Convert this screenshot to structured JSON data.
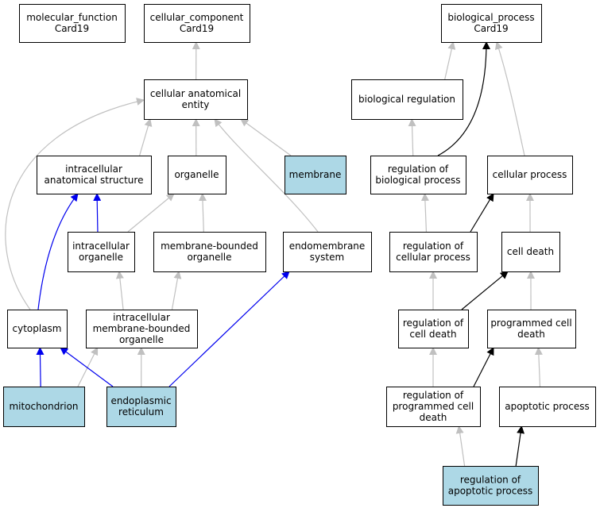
{
  "colors": {
    "highlight_fill": "#add8e6",
    "default_fill": "#ffffff",
    "edge_gray": "#c0c0c0",
    "edge_black": "#000000",
    "edge_blue": "#0000ee"
  },
  "nodes": [
    {
      "id": "molecular-function",
      "lines": [
        "molecular_function",
        "Card19"
      ],
      "highlight": false
    },
    {
      "id": "cellular-component",
      "lines": [
        "cellular_component",
        "Card19"
      ],
      "highlight": false
    },
    {
      "id": "biological-process",
      "lines": [
        "biological_process",
        "Card19"
      ],
      "highlight": false
    },
    {
      "id": "cellular-anatomical-entity",
      "lines": [
        "cellular anatomical",
        "entity"
      ],
      "highlight": false
    },
    {
      "id": "biological-regulation",
      "lines": [
        "biological regulation"
      ],
      "highlight": false
    },
    {
      "id": "intracellular-anatomical-structure",
      "lines": [
        "intracellular",
        "anatomical structure"
      ],
      "highlight": false
    },
    {
      "id": "organelle",
      "lines": [
        "organelle"
      ],
      "highlight": false
    },
    {
      "id": "membrane",
      "lines": [
        "membrane"
      ],
      "highlight": true
    },
    {
      "id": "regulation-of-biological-process",
      "lines": [
        "regulation of",
        "biological process"
      ],
      "highlight": false
    },
    {
      "id": "cellular-process",
      "lines": [
        "cellular process"
      ],
      "highlight": false
    },
    {
      "id": "intracellular-organelle",
      "lines": [
        "intracellular",
        "organelle"
      ],
      "highlight": false
    },
    {
      "id": "membrane-bounded-organelle",
      "lines": [
        "membrane-bounded",
        "organelle"
      ],
      "highlight": false
    },
    {
      "id": "endomembrane-system",
      "lines": [
        "endomembrane",
        "system"
      ],
      "highlight": false
    },
    {
      "id": "regulation-of-cellular-process",
      "lines": [
        "regulation of",
        "cellular process"
      ],
      "highlight": false
    },
    {
      "id": "cell-death",
      "lines": [
        "cell death"
      ],
      "highlight": false
    },
    {
      "id": "cytoplasm",
      "lines": [
        "cytoplasm"
      ],
      "highlight": false
    },
    {
      "id": "intracellular-membrane-bounded-organelle",
      "lines": [
        "intracellular",
        "membrane-bounded",
        "organelle"
      ],
      "highlight": false
    },
    {
      "id": "regulation-of-cell-death",
      "lines": [
        "regulation of",
        "cell death"
      ],
      "highlight": false
    },
    {
      "id": "programmed-cell-death",
      "lines": [
        "programmed cell",
        "death"
      ],
      "highlight": false
    },
    {
      "id": "mitochondrion",
      "lines": [
        "mitochondrion"
      ],
      "highlight": true
    },
    {
      "id": "endoplasmic-reticulum",
      "lines": [
        "endoplasmic",
        "reticulum"
      ],
      "highlight": true
    },
    {
      "id": "regulation-of-programmed-cell-death",
      "lines": [
        "regulation of",
        "programmed cell",
        "death"
      ],
      "highlight": false
    },
    {
      "id": "apoptotic-process",
      "lines": [
        "apoptotic process"
      ],
      "highlight": false
    },
    {
      "id": "regulation-of-apoptotic-process",
      "lines": [
        "regulation of",
        "apoptotic process"
      ],
      "highlight": true
    }
  ],
  "edges": [
    {
      "from": "cellular-anatomical-entity",
      "to": "cellular-component",
      "color": "gray"
    },
    {
      "from": "intracellular-anatomical-structure",
      "to": "cellular-anatomical-entity",
      "color": "gray"
    },
    {
      "from": "organelle",
      "to": "cellular-anatomical-entity",
      "color": "gray"
    },
    {
      "from": "membrane",
      "to": "cellular-anatomical-entity",
      "color": "gray"
    },
    {
      "from": "endomembrane-system",
      "to": "cellular-anatomical-entity",
      "color": "gray"
    },
    {
      "from": "cytoplasm",
      "to": "cellular-anatomical-entity",
      "color": "gray"
    },
    {
      "from": "intracellular-organelle",
      "to": "intracellular-anatomical-structure",
      "color": "blue"
    },
    {
      "from": "intracellular-organelle",
      "to": "organelle",
      "color": "gray"
    },
    {
      "from": "membrane-bounded-organelle",
      "to": "organelle",
      "color": "gray"
    },
    {
      "from": "intracellular-membrane-bounded-organelle",
      "to": "intracellular-organelle",
      "color": "gray"
    },
    {
      "from": "intracellular-membrane-bounded-organelle",
      "to": "membrane-bounded-organelle",
      "color": "gray"
    },
    {
      "from": "cytoplasm",
      "to": "intracellular-anatomical-structure",
      "color": "blue"
    },
    {
      "from": "mitochondrion",
      "to": "cytoplasm",
      "color": "blue"
    },
    {
      "from": "mitochondrion",
      "to": "intracellular-membrane-bounded-organelle",
      "color": "gray"
    },
    {
      "from": "endoplasmic-reticulum",
      "to": "cytoplasm",
      "color": "blue"
    },
    {
      "from": "endoplasmic-reticulum",
      "to": "intracellular-membrane-bounded-organelle",
      "color": "gray"
    },
    {
      "from": "endoplasmic-reticulum",
      "to": "endomembrane-system",
      "color": "blue"
    },
    {
      "from": "biological-regulation",
      "to": "biological-process",
      "color": "gray"
    },
    {
      "from": "regulation-of-biological-process",
      "to": "biological-regulation",
      "color": "gray"
    },
    {
      "from": "regulation-of-biological-process",
      "to": "biological-process",
      "color": "black"
    },
    {
      "from": "cellular-process",
      "to": "biological-process",
      "color": "gray"
    },
    {
      "from": "regulation-of-cellular-process",
      "to": "regulation-of-biological-process",
      "color": "gray"
    },
    {
      "from": "regulation-of-cellular-process",
      "to": "cellular-process",
      "color": "black"
    },
    {
      "from": "cell-death",
      "to": "cellular-process",
      "color": "gray"
    },
    {
      "from": "regulation-of-cell-death",
      "to": "regulation-of-cellular-process",
      "color": "gray"
    },
    {
      "from": "regulation-of-cell-death",
      "to": "cell-death",
      "color": "black"
    },
    {
      "from": "programmed-cell-death",
      "to": "cell-death",
      "color": "gray"
    },
    {
      "from": "regulation-of-programmed-cell-death",
      "to": "regulation-of-cell-death",
      "color": "gray"
    },
    {
      "from": "regulation-of-programmed-cell-death",
      "to": "programmed-cell-death",
      "color": "black"
    },
    {
      "from": "apoptotic-process",
      "to": "programmed-cell-death",
      "color": "gray"
    },
    {
      "from": "regulation-of-apoptotic-process",
      "to": "regulation-of-programmed-cell-death",
      "color": "gray"
    },
    {
      "from": "regulation-of-apoptotic-process",
      "to": "apoptotic-process",
      "color": "black"
    }
  ]
}
